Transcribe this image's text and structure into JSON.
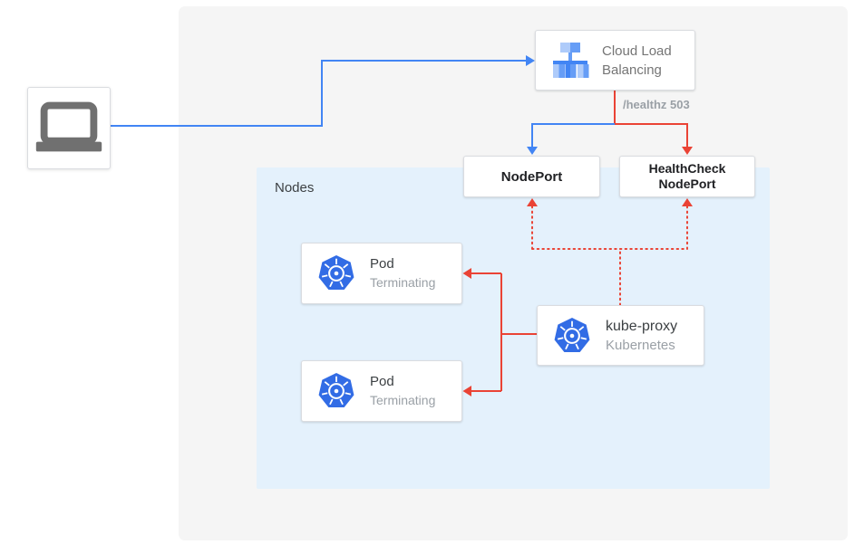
{
  "colors": {
    "traffic_blue": "#4285F4",
    "health_red": "#EA4335",
    "panel_bg": "#F5F5F5",
    "nodes_bg": "#E4F1FC",
    "kubernetes_blue": "#326CE5",
    "laptop_gray": "#707070",
    "clb_light_blue": "#AECBFA",
    "clb_medium_blue": "#669DF6"
  },
  "client": {
    "icon": "laptop-icon"
  },
  "cloud_load_balancing": {
    "line1": "Cloud Load",
    "line2": "Balancing",
    "icon": "load-balancer-icon"
  },
  "health_check": {
    "label": "/healthz 503"
  },
  "node_port": {
    "label": "NodePort"
  },
  "health_check_node_port": {
    "line1": "HealthCheck",
    "line2": "NodePort"
  },
  "nodes_group": {
    "label": "Nodes"
  },
  "pods": [
    {
      "label": "Pod",
      "status": "Terminating",
      "icon": "kubernetes-icon"
    },
    {
      "label": "Pod",
      "status": "Terminating",
      "icon": "kubernetes-icon"
    }
  ],
  "kube_proxy": {
    "label": "kube-proxy",
    "sublabel": "Kubernetes",
    "icon": "kubernetes-icon"
  }
}
